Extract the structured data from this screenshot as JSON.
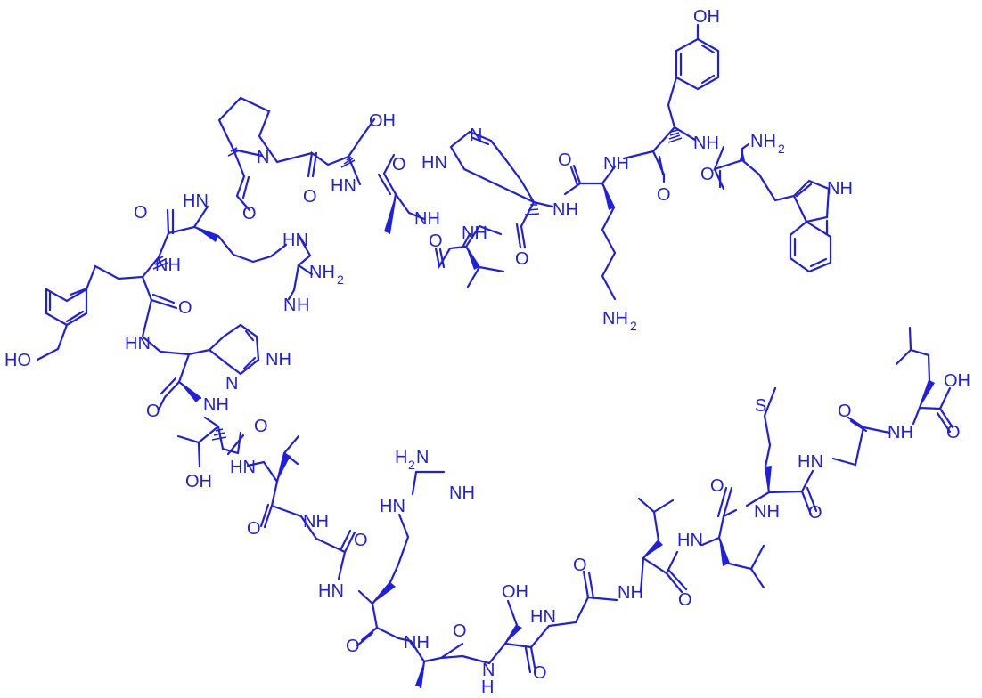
{
  "colors": {
    "ink": "#1f1fe0",
    "background": "#ffffff"
  },
  "labels": {
    "oh_tyr_top": "OH",
    "nh2_trp": "NH",
    "nh2_trp_sub": "2",
    "nh_indole": "NH",
    "nh_tyr_top": "NH",
    "o_trp": "O",
    "nh_lys": "NH",
    "o_tyr_top": "O",
    "o_lys": "O",
    "nh_his_top": "NH",
    "hn_im_top": "HN",
    "n_im_top": "N",
    "nh2_lys": "NH",
    "nh2_lys_sub": "2",
    "nh_val_top": "NH",
    "o_his_top": "O",
    "nh_ala_top": "NH",
    "o_val_top": "O",
    "hn_ser_top": "HN",
    "o_ala_top": "O",
    "oh_ser_top": "OH",
    "n_pro": "N",
    "o_ser_top": "O",
    "hn_pro": "HN",
    "o_pro": "O",
    "o_arg_top": "O",
    "nh_arg_top": "NH",
    "hn_gua_top": "HN",
    "nh2_gua_top": "NH",
    "nh2_gua_top_sub": "2",
    "nh_gua_top": "N",
    "nh_gua_top2": "H",
    "o_tyr_left": "O",
    "ho_tyr_left": "HO",
    "hn_his_left": "HN",
    "nh_im_left": "NH",
    "n_im_left": "N",
    "o_his_left": "O",
    "nh_thr": "NH",
    "o_thr": "O",
    "oh_thr": "OH",
    "hn_val_mid": "HN",
    "o_val_mid": "O",
    "nh_gly_mid": "NH",
    "h2n_gua_mid": "H",
    "h2n_gua_mid_sub": "2",
    "h2n_gua_mid_n": "N",
    "nh_gua_mid": "NH",
    "hn_gua_mid": "HN",
    "o_gly_mid": "O",
    "hn_arg_mid": "HN",
    "o_arg_mid": "O",
    "nh_ala_bot": "NH",
    "o_ala_bot": "O",
    "oh_ser_bot": "OH",
    "h_ser_bot": "H",
    "n_ser_bot": "N",
    "o_ser_bot": "O",
    "hn_gly_bot": "HN",
    "o_gly_bot": "O",
    "nh_leu1": "NH",
    "o_leu1": "O",
    "hn_leu2": "HN",
    "o_leu2": "O",
    "s_met": "S",
    "nh_met": "NH",
    "o_met": "O",
    "hn_gly_right": "HN",
    "o_gly_right": "O",
    "nh_leu_end": "NH",
    "oh_cooh": "OH",
    "o_cooh": "O"
  }
}
